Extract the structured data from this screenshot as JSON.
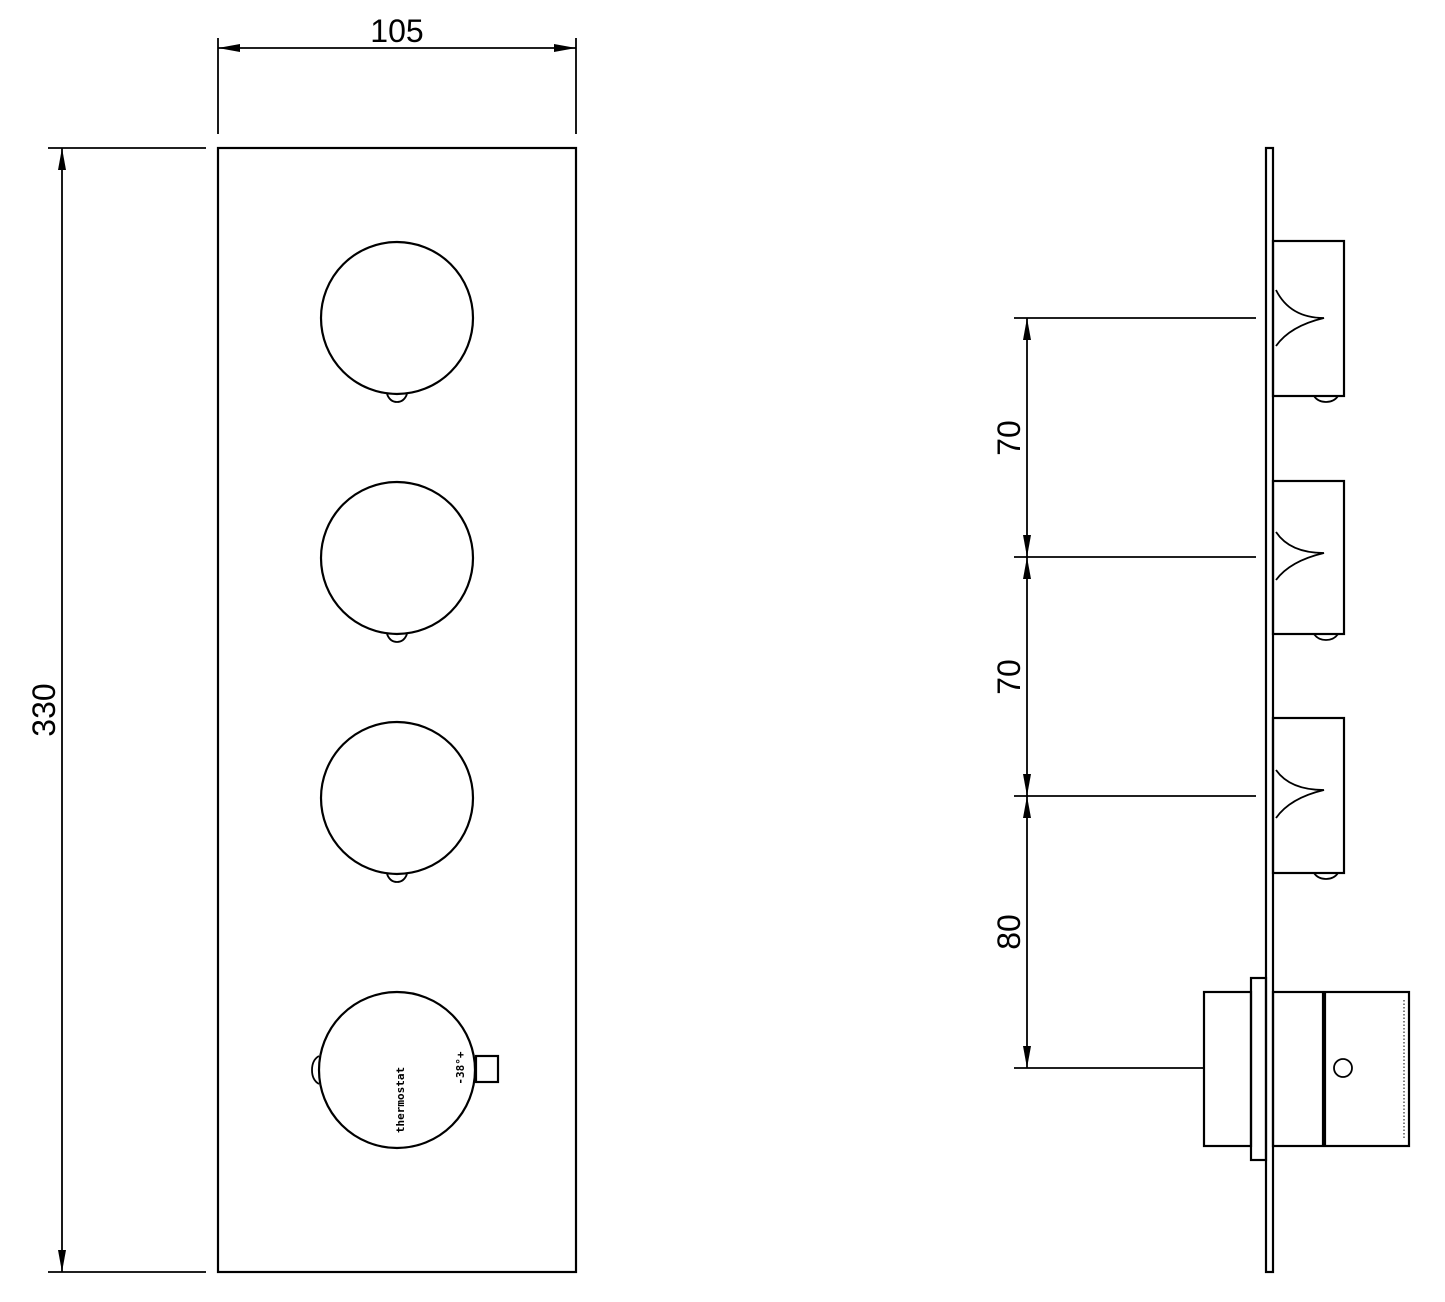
{
  "dimensions": {
    "width": "105",
    "height": "330",
    "spacing_1": "70",
    "spacing_2": "70",
    "spacing_3": "80"
  },
  "thermostat_label": "thermostat",
  "temp_scale_label": "-38°+"
}
